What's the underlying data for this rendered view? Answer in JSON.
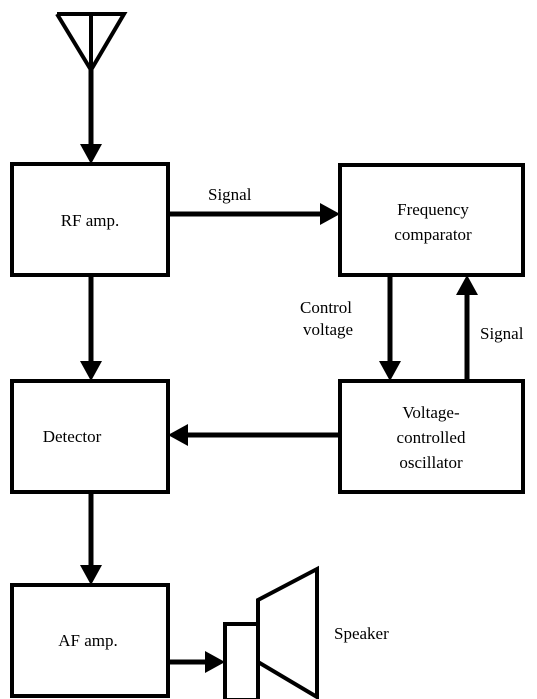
{
  "blocks": {
    "rf_amp": "RF amp.",
    "frequency_comparator": [
      "Frequency",
      "comparator"
    ],
    "detector": "Detector",
    "vco": [
      "Voltage-",
      "controlled",
      "oscillator"
    ],
    "af_amp": "AF amp."
  },
  "labels": {
    "signal_to_comparator": "Signal",
    "control_voltage": [
      "Control",
      "voltage"
    ],
    "signal_from_vco": "Signal",
    "speaker": "Speaker"
  },
  "colors": {
    "stroke": "#000000",
    "background": "#ffffff"
  }
}
